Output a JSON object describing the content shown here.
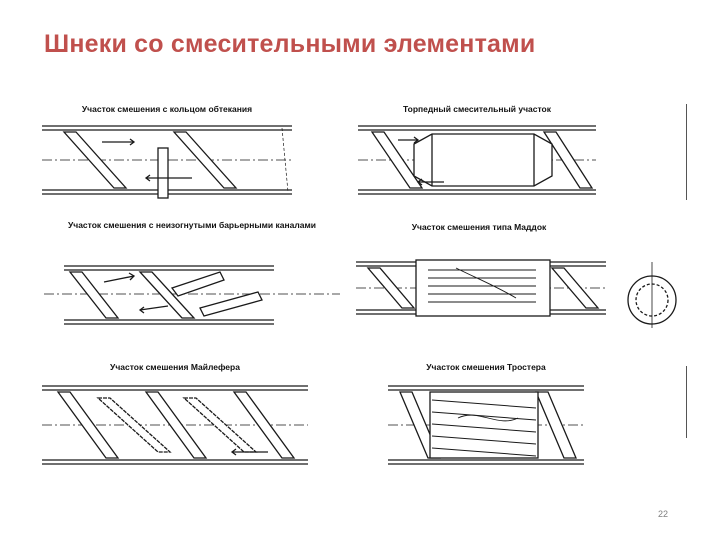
{
  "slide": {
    "title": "Шнеки со смесительными элементами",
    "page_number": "22"
  },
  "panels": [
    {
      "label": "Участок смешения с кольцом обтекания"
    },
    {
      "label": "Торпедный смесительный участок"
    },
    {
      "label": "Участок смешения с неизогнутыми барьерными каналами"
    },
    {
      "label": "Участок смешения типа Маддок"
    },
    {
      "label": "Участок смешения Майлефера"
    },
    {
      "label": "Участок смешения Тростера"
    }
  ],
  "colors": {
    "title": "#c0504d",
    "line": "#1a1a1a"
  }
}
